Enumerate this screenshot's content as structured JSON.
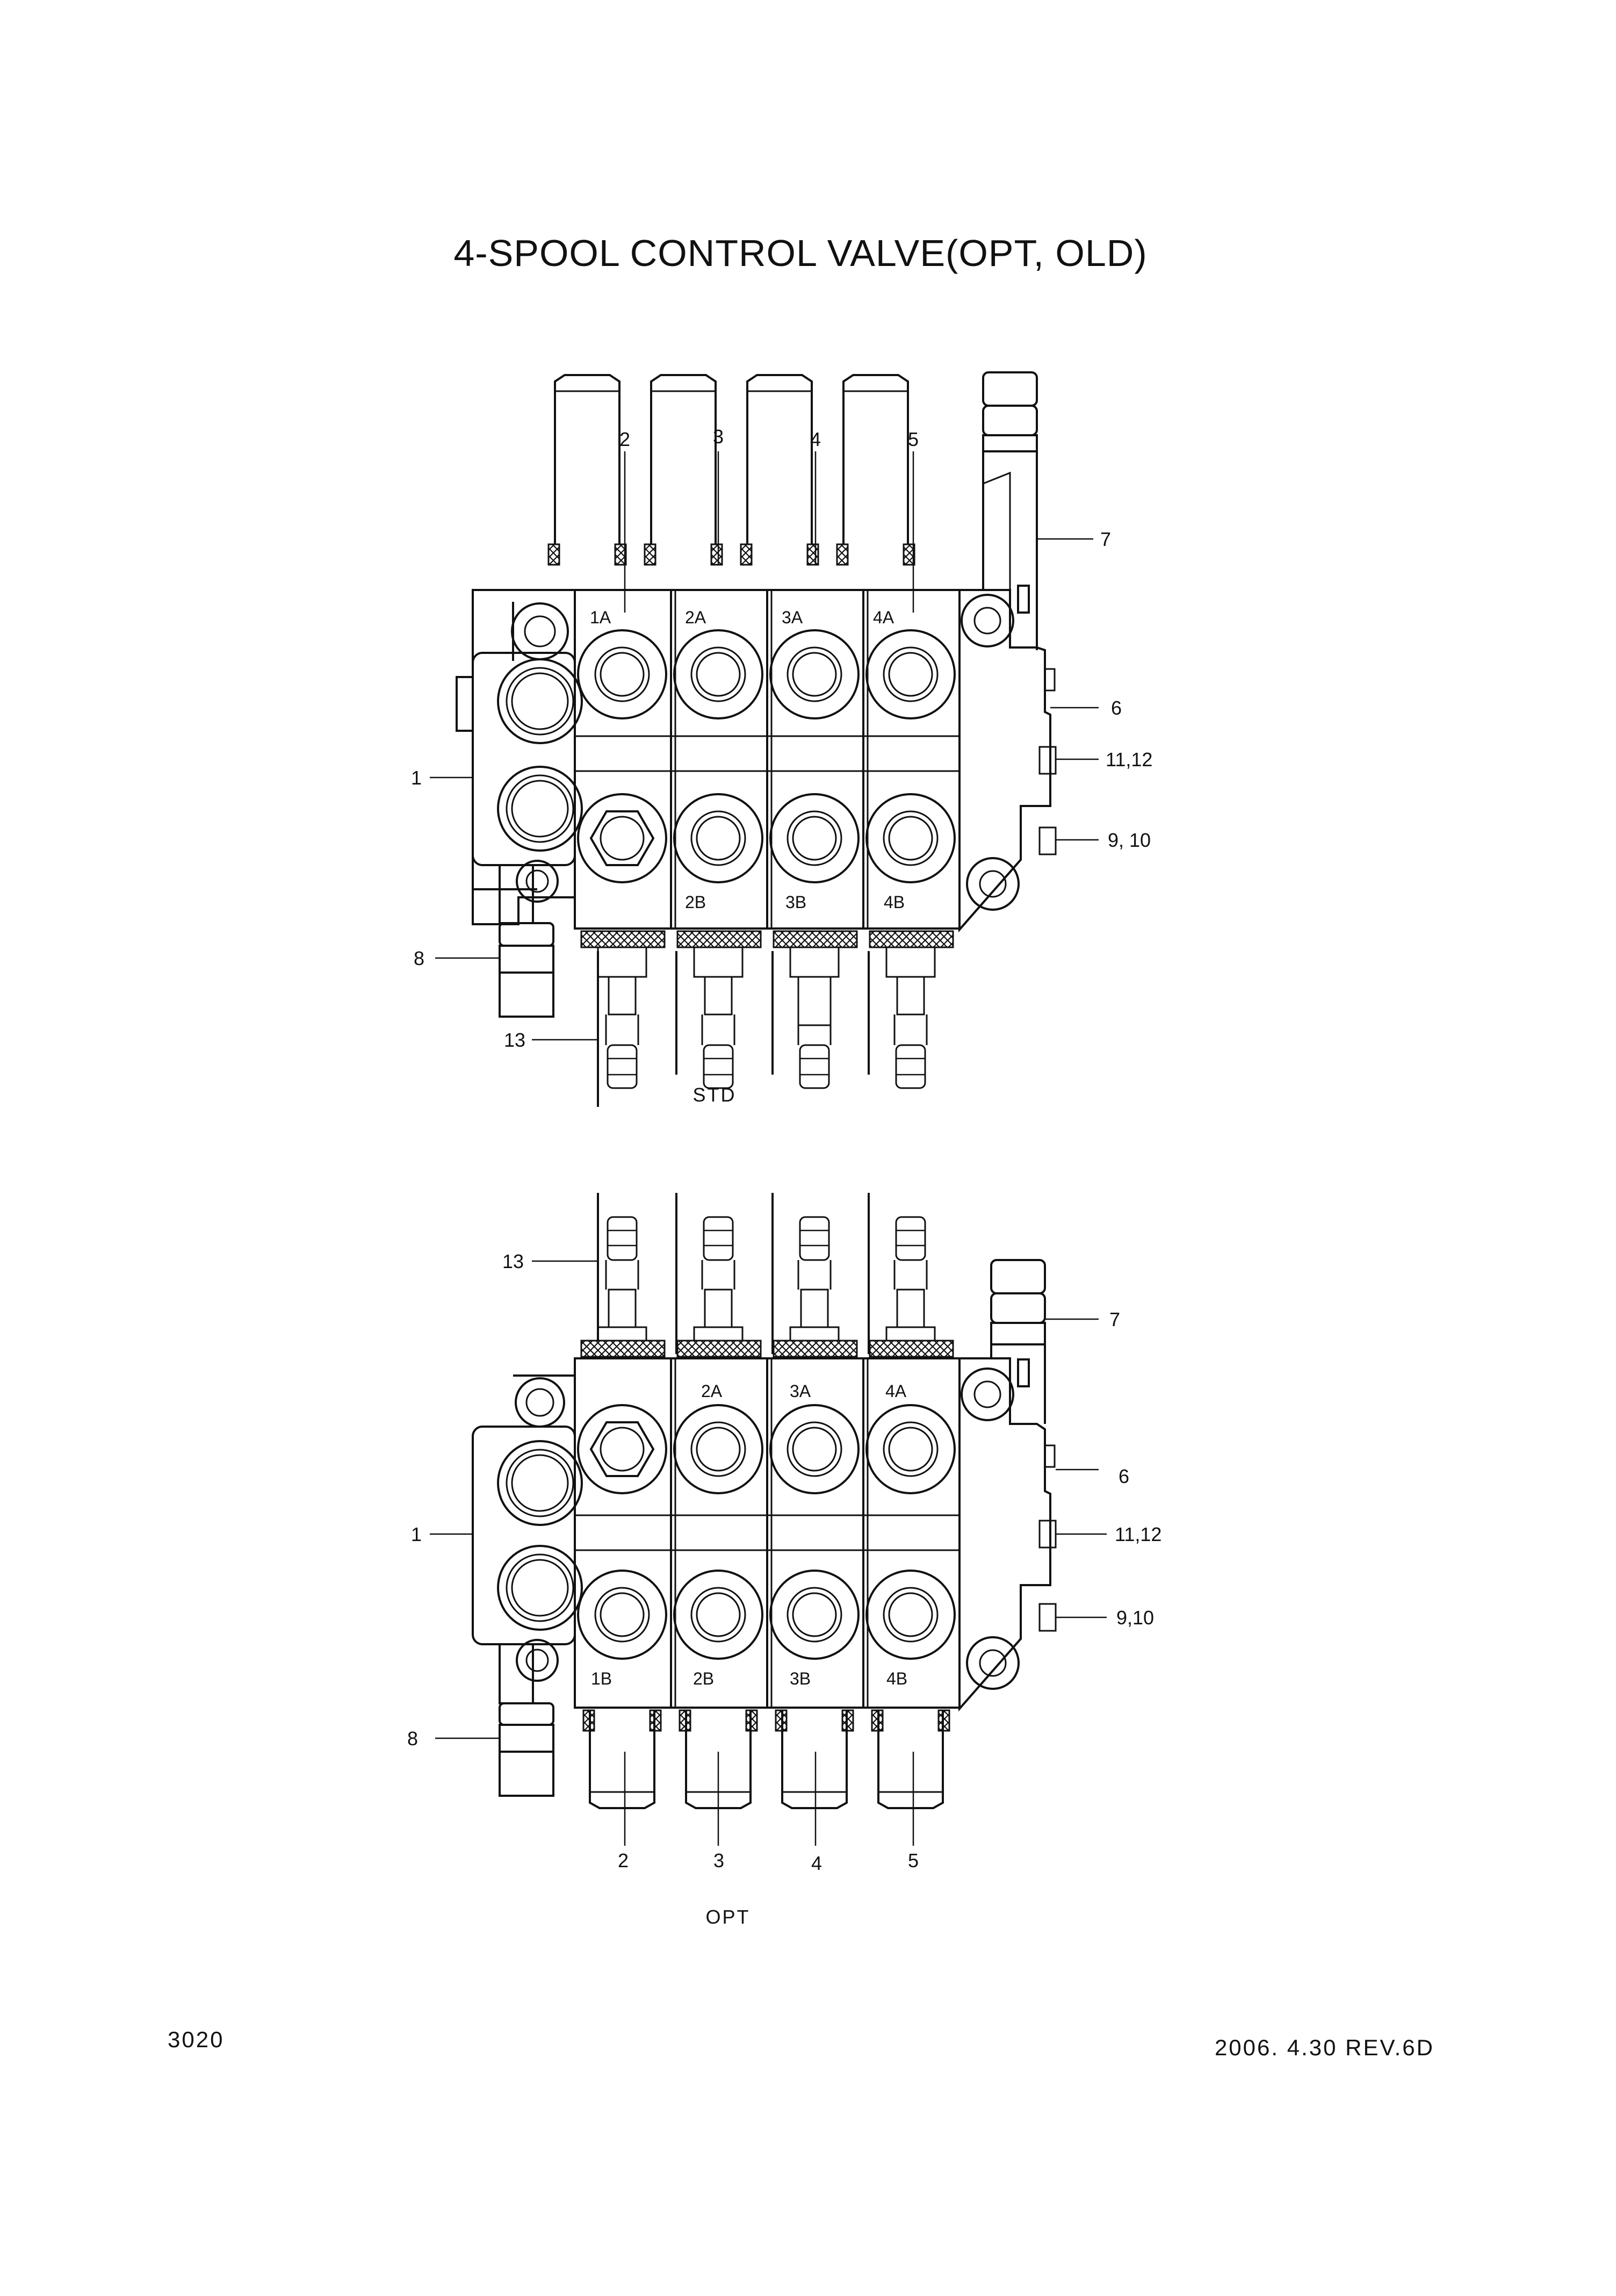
{
  "title": "4-SPOOL CONTROL VALVE(OPT, OLD)",
  "page_number": "3020",
  "revision": "2006. 4.30 REV.6D",
  "views": [
    {
      "caption": "STD",
      "spool_callouts": [
        "2",
        "3",
        "4",
        "5"
      ],
      "side_callouts": {
        "inlet": "1",
        "relief": "7",
        "end_cover": "6",
        "bolt_a": "11,12",
        "bolt_b": "9, 10",
        "fitting": "8",
        "lever": "13"
      },
      "ports_a": [
        "1A",
        "2A",
        "3A",
        "4A"
      ],
      "ports_b": [
        "",
        "2B",
        "3B",
        "4B"
      ]
    },
    {
      "caption": "OPT",
      "spool_callouts": [
        "2",
        "3",
        "4",
        "5"
      ],
      "side_callouts": {
        "inlet": "1",
        "relief": "7",
        "end_cover": "6",
        "bolt_a": "11,12",
        "bolt_b": "9,10",
        "fitting": "8",
        "lever": "13"
      },
      "ports_a": [
        "",
        "2A",
        "3A",
        "4A"
      ],
      "ports_b": [
        "1B",
        "2B",
        "3B",
        "4B"
      ]
    }
  ]
}
